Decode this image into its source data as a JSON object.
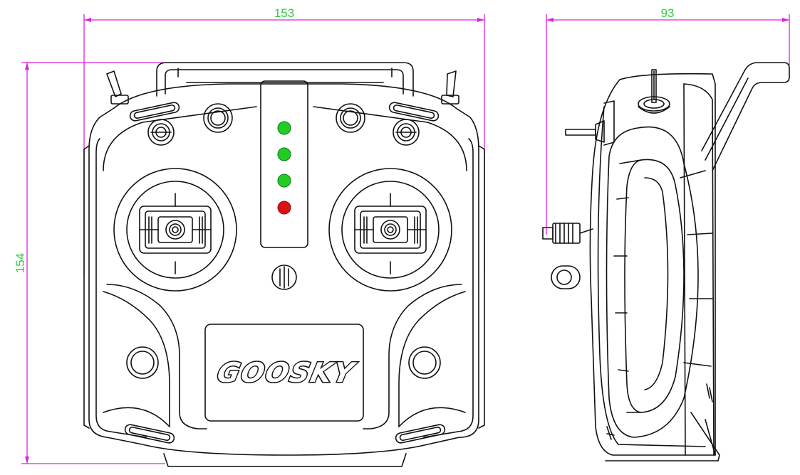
{
  "dimensions": {
    "front_width": "153",
    "front_height": "154",
    "side_depth": "93"
  },
  "brand": {
    "logo_text": "GOOSKY"
  },
  "leds": [
    {
      "name": "led-1",
      "color": "#22cc22"
    },
    {
      "name": "led-2",
      "color": "#22cc22"
    },
    {
      "name": "led-3",
      "color": "#22cc22"
    },
    {
      "name": "led-4",
      "color": "#dd1111"
    }
  ],
  "colors": {
    "dimension_lines": "#dd22dd",
    "dimension_text": "#2ecc40",
    "outline": "#111111"
  }
}
